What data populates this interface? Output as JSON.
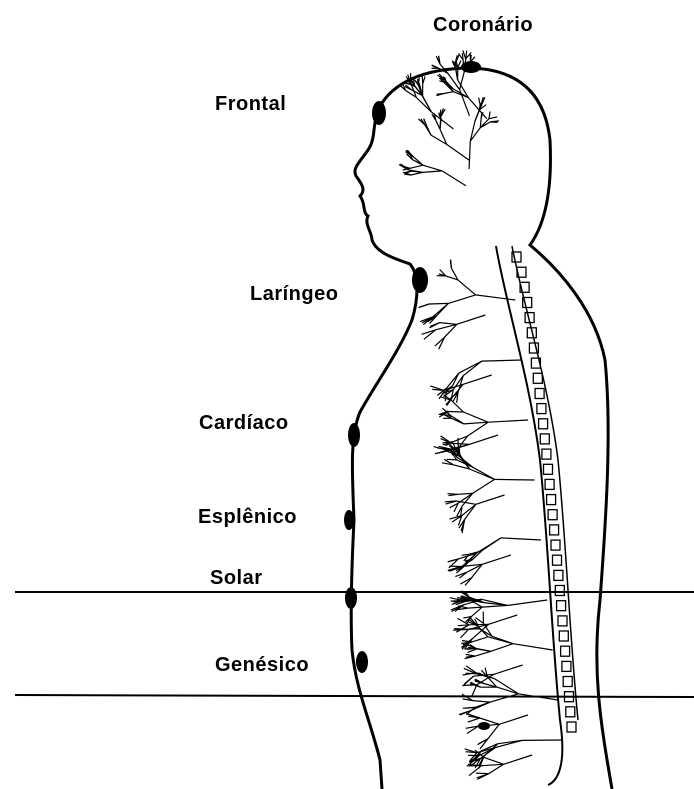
{
  "diagram": {
    "centers": [
      {
        "key": "coronario",
        "label": "Coronário"
      },
      {
        "key": "frontal",
        "label": "Frontal"
      },
      {
        "key": "laringeo",
        "label": "Laríngeo"
      },
      {
        "key": "cardiaco",
        "label": "Cardíaco"
      },
      {
        "key": "esplenico",
        "label": "Esplênico"
      },
      {
        "key": "solar",
        "label": "Solar"
      },
      {
        "key": "genesico",
        "label": "Genésico"
      }
    ]
  },
  "colors": {
    "ink": "#000000",
    "background": "#ffffff"
  }
}
